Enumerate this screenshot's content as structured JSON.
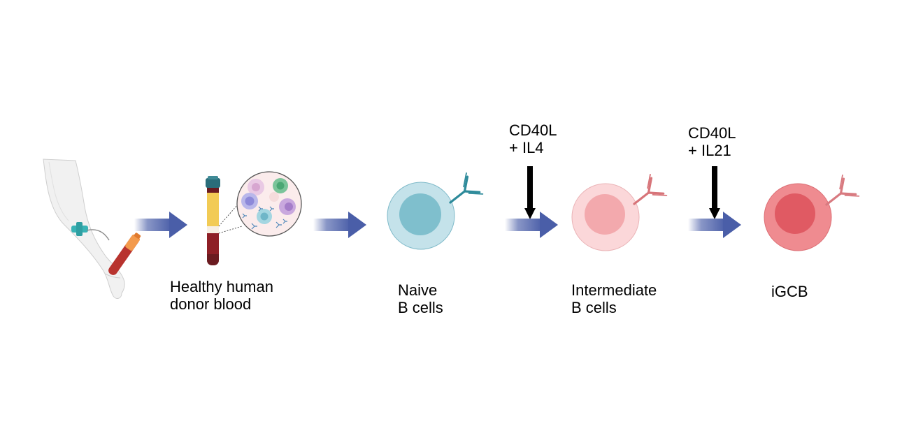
{
  "stages": [
    {
      "id": "donor",
      "lines": [
        "Healthy human",
        "donor blood"
      ]
    },
    {
      "id": "naive",
      "lines": [
        "Naive",
        "B cells"
      ]
    },
    {
      "id": "intermediate",
      "lines": [
        "Intermediate",
        "B cells"
      ]
    },
    {
      "id": "igcb",
      "lines": [
        "iGCB",
        ""
      ]
    }
  ],
  "treatments": [
    {
      "id": "t1",
      "lines": [
        "CD40L",
        "+ IL4"
      ]
    },
    {
      "id": "t2",
      "lines": [
        "CD40L",
        "+ IL21"
      ]
    }
  ],
  "colors": {
    "flow_arrow": "#4a5ea8",
    "treatment_arrow": "#000000",
    "naive_cell": "#c4e2ea",
    "naive_nucleus": "#7fbfcd",
    "naive_receptor": "#2d8a9a",
    "intermediate_cell": "#fbd7d9",
    "intermediate_nucleus": "#f3a9ad",
    "intermediate_receptor": "#d77479",
    "igcb_cell": "#ef8b90",
    "igcb_nucleus": "#e05a63",
    "igcb_receptor": "#d87a80"
  },
  "icons": [
    "arm-blood-draw-icon",
    "blood-tube-icon",
    "blood-cells-magnifier-icon",
    "b-cell-icon",
    "antibody-receptor-icon"
  ]
}
